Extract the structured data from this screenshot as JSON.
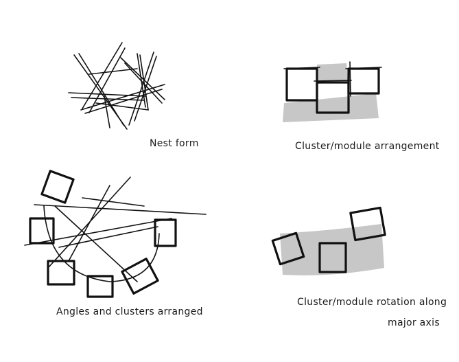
{
  "captions": {
    "nest_form": "Nest form",
    "cluster_arrangement": "Cluster/module arrangement",
    "angles_clusters": "Angles and clusters arranged",
    "rotation_line1": "Cluster/module rotation along",
    "rotation_line2": "major axis"
  },
  "colors": {
    "ink": "#111111",
    "wash": "#bdbdbd",
    "background": "#ffffff"
  }
}
